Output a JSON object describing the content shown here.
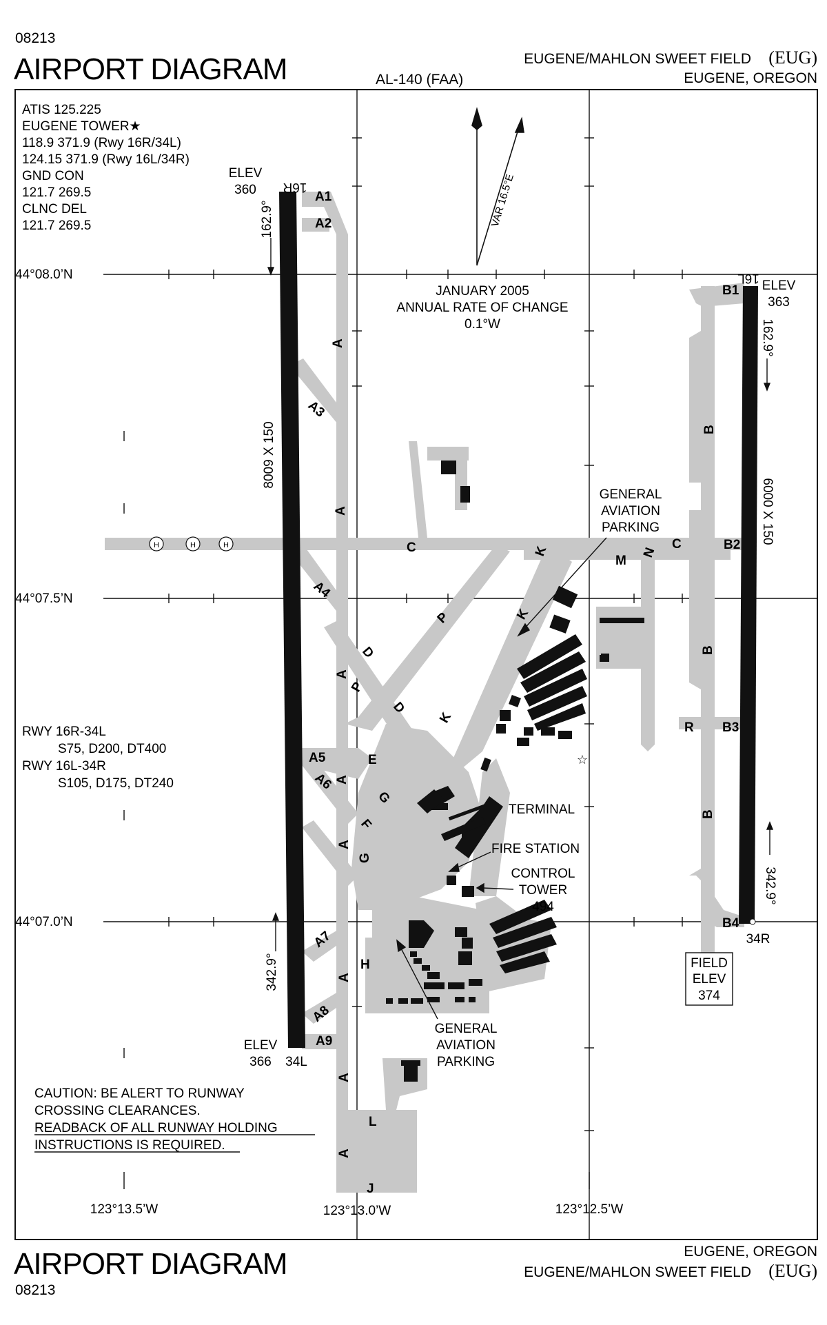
{
  "header": {
    "volume_code": "08213",
    "title": "AIRPORT DIAGRAM",
    "procedure_id": "AL-140 (FAA)",
    "airport_name": "EUGENE/MAHLON SWEET FIELD",
    "airport_code": "(EUG)",
    "location": "EUGENE, OREGON"
  },
  "footer": {
    "volume_code": "08213",
    "title": "AIRPORT DIAGRAM",
    "airport_name": "EUGENE/MAHLON SWEET FIELD",
    "airport_code": "(EUG)",
    "location": "EUGENE, OREGON"
  },
  "frequencies": [
    "ATIS  125.225",
    "EUGENE TOWER★",
    "118.9  371.9 (Rwy 16R/34L)",
    "124.15  371.9 (Rwy 16L/34R)",
    "GND CON",
    "121.7 269.5",
    "CLNC DEL",
    "121.7 269.5"
  ],
  "magnetic": {
    "variation": "VAR 16.5°E",
    "date": "JANUARY 2005",
    "rate_label": "ANNUAL RATE OF CHANGE",
    "rate_value": "0.1°W"
  },
  "grid": {
    "latitudes": [
      "44°08.0’N",
      "44°07.5’N",
      "44°07.0’N"
    ],
    "longitudes": [
      "123°13.5’W",
      "123°13.0’W",
      "123°12.5’W"
    ]
  },
  "runways": {
    "west": {
      "north_end": "16R",
      "south_end": "34L",
      "dimensions": "8009 X 150",
      "north_elev_label": "ELEV",
      "north_elev": "360",
      "south_elev_label": "ELEV",
      "south_elev": "366",
      "heading_south": "162.9°",
      "heading_north": "342.9°"
    },
    "east": {
      "north_end": "16L",
      "south_end": "34R",
      "dimensions": "6000 X 150",
      "north_elev_label": "ELEV",
      "north_elev": "363",
      "heading_south": "162.9°",
      "heading_north": "342.9°"
    }
  },
  "field_elev": [
    "FIELD",
    "ELEV",
    "374"
  ],
  "runway_info": [
    "RWY 16R-34L",
    "S75, D200, DT400",
    "RWY 16L-34R",
    "S105, D175, DT240"
  ],
  "facilities": {
    "ga_parking_north": [
      "GENERAL",
      "AVIATION",
      "PARKING"
    ],
    "terminal": "TERMINAL",
    "fire_station": "FIRE STATION",
    "control_tower": [
      "CONTROL",
      "TOWER",
      "494"
    ],
    "ga_parking_south": [
      "GENERAL",
      "AVIATION",
      "PARKING"
    ]
  },
  "helipad_symbol": "H",
  "taxiways": {
    "A1": "A1",
    "A2": "A2",
    "A3": "A3",
    "A4": "A4",
    "A5": "A5",
    "A6": "A6",
    "A7": "A7",
    "A8": "A8",
    "A9": "A9",
    "A": "A",
    "B": "B",
    "B1": "B1",
    "B2": "B2",
    "B3": "B3",
    "B4": "B4",
    "C": "C",
    "D": "D",
    "E": "E",
    "F": "F",
    "G": "G",
    "H": "H",
    "J": "J",
    "K": "K",
    "L": "L",
    "M": "M",
    "N": "N",
    "P": "P",
    "R": "R"
  },
  "caution": [
    "CAUTION: BE ALERT TO RUNWAY",
    "CROSSING CLEARANCES.",
    "READBACK OF ALL RUNWAY HOLDING",
    "INSTRUCTIONS IS REQUIRED."
  ]
}
